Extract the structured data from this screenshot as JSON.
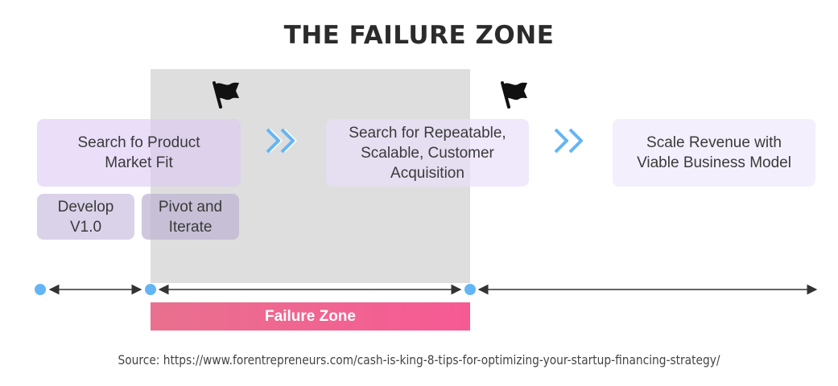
{
  "title": "THE FAILURE ZONE",
  "stages": [
    {
      "label": "Search fo Product Market Fit"
    },
    {
      "label": "Search for Repeatable, Scalable, Customer Acquisition"
    },
    {
      "label": "Scale Revenue with Viable Business Model"
    }
  ],
  "substeps": [
    {
      "label": "Develop V1.0"
    },
    {
      "label": "Pivot and Iterate"
    }
  ],
  "failure_zone_label": "Failure Zone",
  "source": "Source: https://www.forentrepreneurs.com/cash-is-king-8-tips-for-optimizing-your-startup-financing-strategy/",
  "colors": {
    "dot": "#64b5f6",
    "chevron": "#64b5f6",
    "failure_bar": "#f65a93",
    "zone_shade": "#bebebe"
  },
  "icons": [
    "flag-icon",
    "double-chevron-icon"
  ]
}
